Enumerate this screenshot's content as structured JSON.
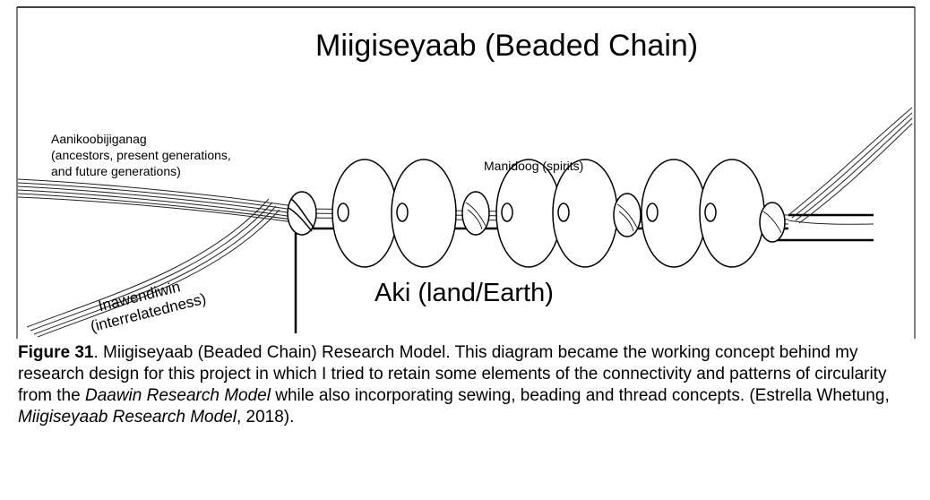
{
  "diagram": {
    "title": "Miigiseyaab (Beaded Chain)",
    "ancestors_label": [
      "Aanikoobijiganag",
      "(ancestors, present generations,",
      "and future generations)"
    ],
    "spirits_label": "Manidoog (spirits)",
    "land_label": "Aki (land/Earth)",
    "interrelatedness_label": [
      "Inawendiwin",
      "(interrelatedness)"
    ]
  },
  "caption": {
    "figure_number": "Figure 31",
    "text_1": ". Miigiseyaab (Beaded Chain) Research Model. This diagram became the working concept behind my research design for this project in which I tried to retain some elements of the connectivity and patterns of circularity from the ",
    "italic_1": "Daawin Research Model",
    "text_2": " while also incorporating sewing, beading and thread concepts. (Estrella Whetung, ",
    "italic_2": "Miigiseyaab Research Model",
    "text_3": ", 2018)."
  }
}
